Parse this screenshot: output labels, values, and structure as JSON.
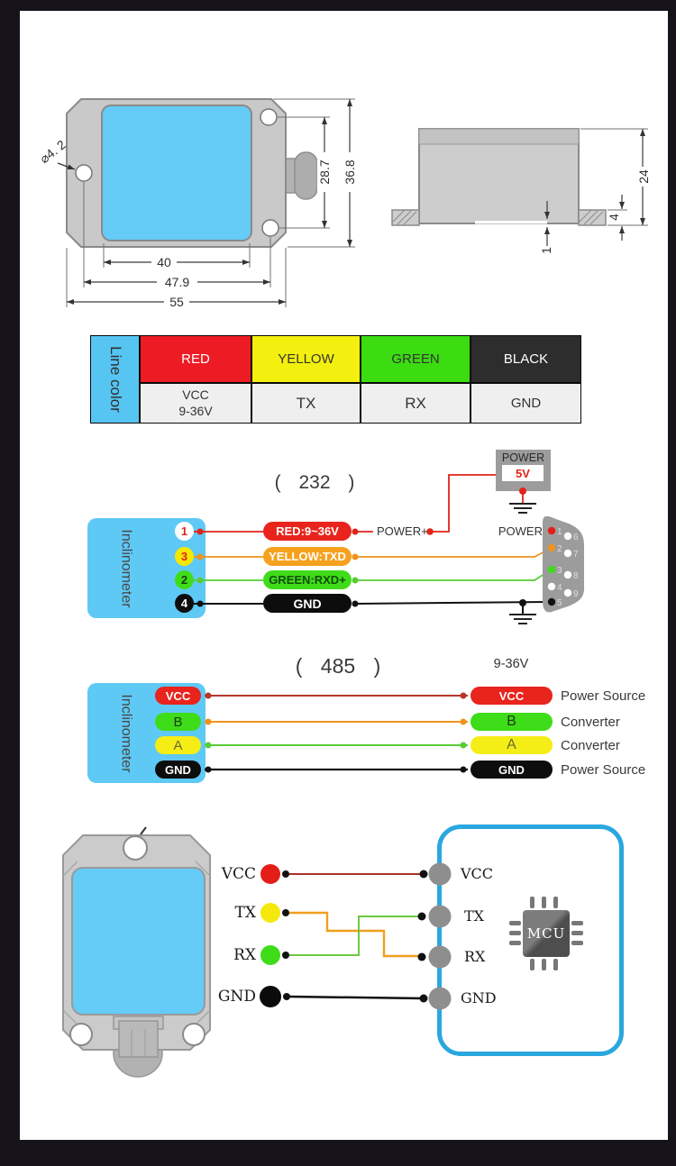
{
  "colors": {
    "accent_blue": "#5fc9f5",
    "red": "#ed1c24",
    "yellow": "#f5ed16",
    "green": "#3fdc19",
    "black": "#1a1a1a",
    "orange": "#f5a11d",
    "wire_orange": "#f0931f",
    "mcu_border": "#2aa7df"
  },
  "front_view": {
    "hole_label": "⌀4. 2",
    "dim_width_inner": "40",
    "dim_width_mid": "47.9",
    "dim_width_outer": "55",
    "dim_height_inner": "28.7",
    "dim_height_outer": "36.8"
  },
  "side_view": {
    "dim_height": "24",
    "dim_flange": "4",
    "dim_base": "1"
  },
  "line_color_table": {
    "header": "Line color",
    "columns": [
      {
        "color_name": "RED",
        "signal_line1": "VCC",
        "signal_line2": "9-36V"
      },
      {
        "color_name": "YELLOW",
        "signal_line1": "TX",
        "signal_line2": ""
      },
      {
        "color_name": "GREEN",
        "signal_line1": "RX",
        "signal_line2": ""
      },
      {
        "color_name": "BLACK",
        "signal_line1": "GND",
        "signal_line2": ""
      }
    ]
  },
  "rs232": {
    "title": "( 232 )",
    "device_label": "Inclinometer",
    "pin_numbers": [
      "1",
      "3",
      "2",
      "4"
    ],
    "wires": [
      "RED:9~36V",
      "YELLOW:TXD",
      "GREEN:RXD+",
      "GND"
    ],
    "power_plus_label": "POWER+",
    "power_box": {
      "title": "POWER",
      "voltage": "5V"
    },
    "db9_power_label": "POWER",
    "db9_numbers": [
      "1",
      "2",
      "3",
      "4",
      "5",
      "6",
      "7",
      "8",
      "9"
    ]
  },
  "rs485": {
    "title": "( 485 )",
    "voltage_label": "9-36V",
    "device_label": "Inclinometer",
    "left_pins": [
      "VCC",
      "B",
      "A",
      "GND"
    ],
    "right_pins": [
      {
        "label": "VCC",
        "description": "Power Source"
      },
      {
        "label": "B",
        "description": "Converter"
      },
      {
        "label": "A",
        "description": "Converter"
      },
      {
        "label": "GND",
        "description": "Power Source"
      }
    ]
  },
  "mcu_diagram": {
    "sensor_pins": [
      "VCC",
      "TX",
      "RX",
      "GND"
    ],
    "mcu_pins": [
      "VCC",
      "TX",
      "RX",
      "GND"
    ],
    "chip_label": "MCU"
  }
}
